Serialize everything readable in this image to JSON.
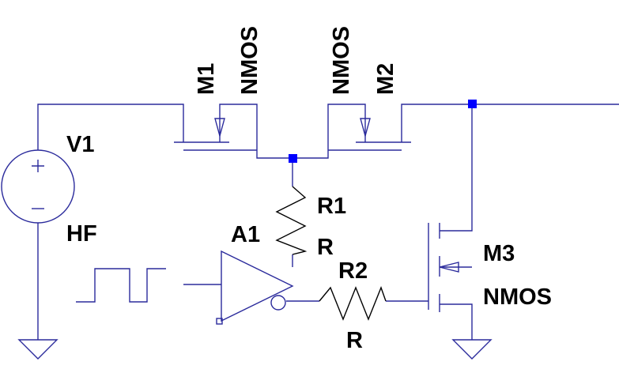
{
  "schematic": {
    "components": {
      "v1": {
        "name": "V1",
        "value": "HF"
      },
      "m1": {
        "name": "M1",
        "model": "NMOS"
      },
      "m2": {
        "name": "M2",
        "model": "NMOS"
      },
      "m3": {
        "name": "M3",
        "model": "NMOS"
      },
      "r1": {
        "name": "R1",
        "value": "R"
      },
      "r2": {
        "name": "R2",
        "value": "R"
      },
      "a1": {
        "name": "A1"
      }
    },
    "colors": {
      "wire": "#2b2b9c",
      "component": "#000000",
      "junction": "#0000ff",
      "background": "#ffffff"
    }
  }
}
